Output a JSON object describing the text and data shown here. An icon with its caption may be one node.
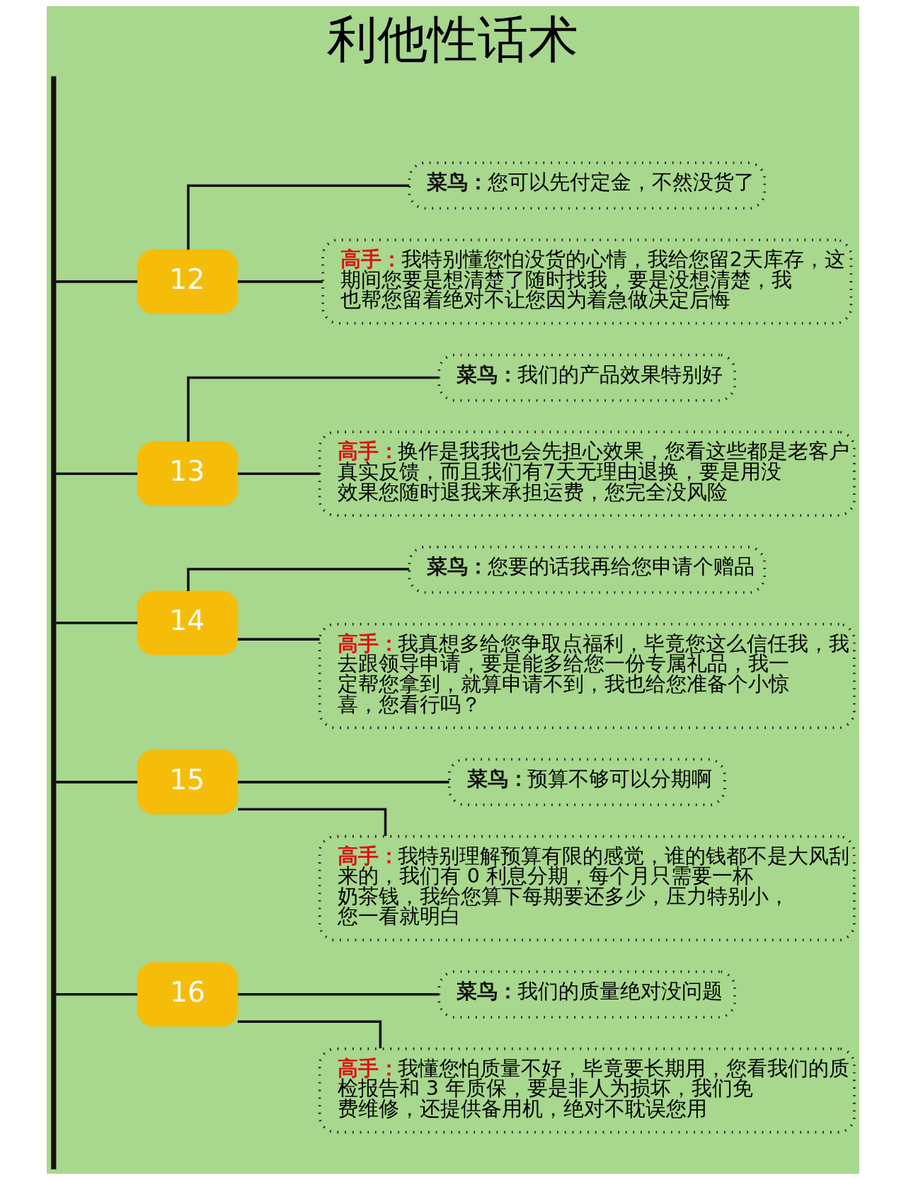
{
  "diagram": {
    "title": "利他性话术",
    "nodes": [
      {
        "text": [
          "12"
        ]
      },
      {
        "text": [
          "菜鸟：",
          "您可以先付定金，不然没货了"
        ]
      },
      {
        "text": [
          "高手：",
          "我特别懂您怕没货的心情，我给您留2天库存，这期间您要是想清楚了随时找我，要是没想清楚，我也帮您留着绝对不让您因为着急做决定后悔"
        ]
      },
      {
        "text": [
          "13"
        ]
      },
      {
        "text": [
          "菜鸟：",
          "我们的产品效果特别好"
        ]
      },
      {
        "text": [
          "高手：",
          "换作是我我也会先担心效果，您看这些都是老客户真实反馈，而且我们有7天无理由退换，要是用没效果您随时退我来承担运费，您完全没风险"
        ]
      },
      {
        "text": [
          "14"
        ]
      },
      {
        "text": [
          "菜鸟：",
          "您要的话我再给您申请个赠品"
        ]
      },
      {
        "text": [
          "高手：",
          "我真想多给您争取点福利，毕竟您这么信任我，我去跟领导申请，要是能多给您一份专属礼品，我一定帮您拿到，就算申请不到，我也给您准备个小惊喜，您看行吗？"
        ]
      },
      {
        "text": [
          "15"
        ]
      },
      {
        "text": [
          "菜鸟：",
          "预算不够可以分期啊"
        ]
      },
      {
        "text": [
          "高手：",
          "我特别理解预算有限的感觉，谁的钱都不是大风刮来的，我们有 0 利息分期，每个月只需要一杯奶茶钱，我给您算下每期要还多少，压力特别小，您一看就明白"
        ]
      },
      {
        "text": [
          "16"
        ]
      },
      {
        "text": [
          "菜鸟：",
          "我们的质量绝对没问题"
        ]
      },
      {
        "text": [
          "高手：",
          "我懂您怕质量不好，毕竟要长期用，您看我们的质检报告和 3 年质保，要是非人为损坏，我们免费维修，还提供备用机，绝对不耽误您用"
        ]
      },
      {
        "text": [],
        "shape": "bar"
      }
    ],
    "edges": [
      {
        "from": 15,
        "to": 0,
        "arrow": "none"
      },
      {
        "from": 15,
        "to": 3,
        "arrow": "none"
      },
      {
        "from": 15,
        "to": 6,
        "arrow": "none"
      },
      {
        "from": 15,
        "to": 9,
        "arrow": "none"
      },
      {
        "from": 15,
        "to": 12,
        "arrow": "none"
      },
      {
        "from": 0,
        "to": 1,
        "arrow": "none"
      },
      {
        "from": 0,
        "to": 2,
        "arrow": "none"
      },
      {
        "from": 3,
        "to": 4,
        "arrow": "none"
      },
      {
        "from": 3,
        "to": 5,
        "arrow": "none"
      },
      {
        "from": 6,
        "to": 7,
        "arrow": "none"
      },
      {
        "from": 6,
        "to": 8,
        "arrow": "none"
      },
      {
        "from": 9,
        "to": 10,
        "arrow": "none"
      },
      {
        "from": 9,
        "to": 11,
        "arrow": "none"
      },
      {
        "from": 12,
        "to": 13,
        "arrow": "none"
      },
      {
        "from": 12,
        "to": 14,
        "arrow": "none"
      }
    ]
  }
}
